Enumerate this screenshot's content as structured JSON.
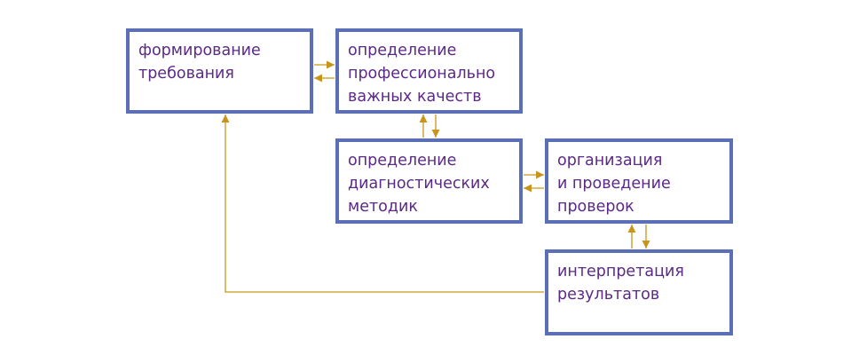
{
  "diagram": {
    "colors": {
      "box_border": "#5a6fb5",
      "text": "#5b2a86",
      "arrow": "#c9941a"
    },
    "nodes": {
      "requirements": "формирование\nтребования",
      "qualities": "определение\nпрофессионально\nважных качеств",
      "methods": "определение\nдиагностических\nметодик",
      "checks": "организация\nи проведение\nпроверок",
      "results": "интерпретация\nрезультатов"
    },
    "edges": [
      {
        "from": "requirements",
        "to": "qualities",
        "bidirectional": true
      },
      {
        "from": "qualities",
        "to": "methods",
        "bidirectional": true
      },
      {
        "from": "methods",
        "to": "checks",
        "bidirectional": true
      },
      {
        "from": "checks",
        "to": "results",
        "bidirectional": true
      },
      {
        "from": "results",
        "to": "requirements",
        "bidirectional": false
      }
    ]
  }
}
